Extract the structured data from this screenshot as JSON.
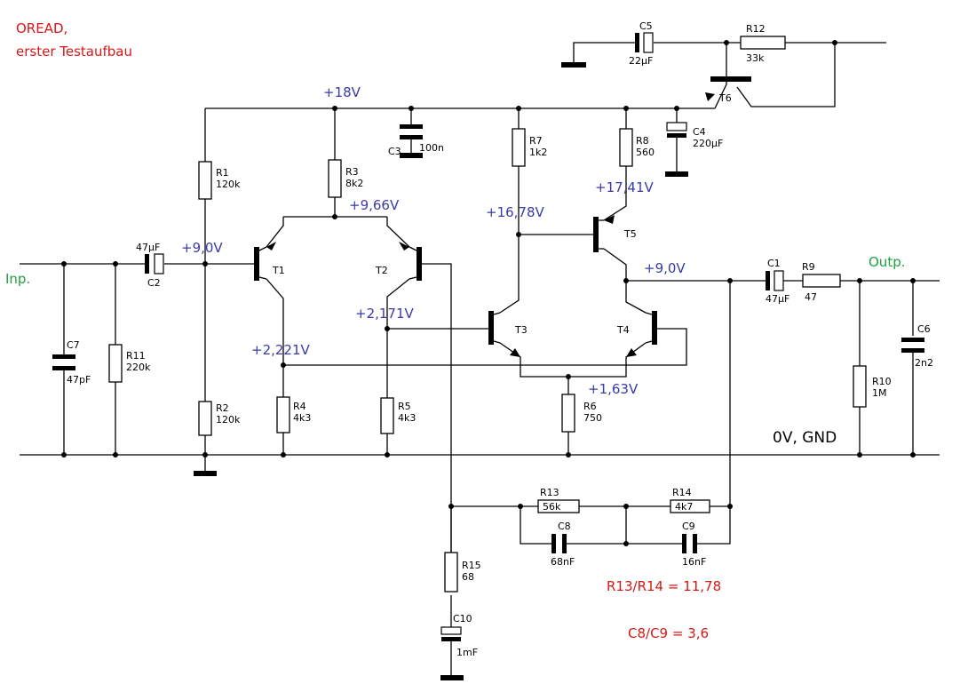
{
  "title": {
    "line1": "OREAD,",
    "line2": "erster Testaufbau"
  },
  "io": {
    "input": "Inp.",
    "output": "Outp."
  },
  "rails": {
    "supply": "+18V",
    "ground": "0V, GND"
  },
  "voltages": {
    "t1_base": "+9,0V",
    "t1_t2_emitter": "+9,66V",
    "t5_base": "+16,78V",
    "t5_emitter": "+17,41V",
    "t2_base": "+2,171V",
    "t1_collector": "+2,221V",
    "t3_t4_emitter": "+1,63V",
    "output_node": "+9,0V"
  },
  "components": {
    "r1": {
      "name": "R1",
      "value": "120k"
    },
    "r2": {
      "name": "R2",
      "value": "120k"
    },
    "r3": {
      "name": "R3",
      "value": "8k2"
    },
    "r4": {
      "name": "R4",
      "value": "4k3"
    },
    "r5": {
      "name": "R5",
      "value": "4k3"
    },
    "r6": {
      "name": "R6",
      "value": "750"
    },
    "r7": {
      "name": "R7",
      "value": "1k2"
    },
    "r8": {
      "name": "R8",
      "value": "560"
    },
    "r9": {
      "name": "R9",
      "value": "47"
    },
    "r10": {
      "name": "R10",
      "value": "1M"
    },
    "r11": {
      "name": "R11",
      "value": "220k"
    },
    "r12": {
      "name": "R12",
      "value": "33k"
    },
    "r13": {
      "name": "R13",
      "value": "56k"
    },
    "r14": {
      "name": "R14",
      "value": "4k7"
    },
    "r15": {
      "name": "R15",
      "value": "68"
    },
    "c1": {
      "name": "C1",
      "value": "47µF"
    },
    "c2": {
      "name": "C2",
      "value": "47µF"
    },
    "c3": {
      "name": "C3",
      "value": "100n"
    },
    "c4": {
      "name": "C4",
      "value": "220µF"
    },
    "c5": {
      "name": "C5",
      "value": "22µF"
    },
    "c6": {
      "name": "C6",
      "value": "2n2"
    },
    "c7": {
      "name": "C7",
      "value": "47pF"
    },
    "c8": {
      "name": "C8",
      "value": "68nF"
    },
    "c9": {
      "name": "C9",
      "value": "16nF"
    },
    "c10": {
      "name": "C10",
      "value": "1mF"
    },
    "t1": {
      "name": "T1"
    },
    "t2": {
      "name": "T2"
    },
    "t3": {
      "name": "T3"
    },
    "t4": {
      "name": "T4"
    },
    "t5": {
      "name": "T5"
    },
    "t6": {
      "name": "T6"
    }
  },
  "notes": {
    "ratio_r": "R13/R14 = 11,78",
    "ratio_c": "C8/C9 = 3,6"
  }
}
